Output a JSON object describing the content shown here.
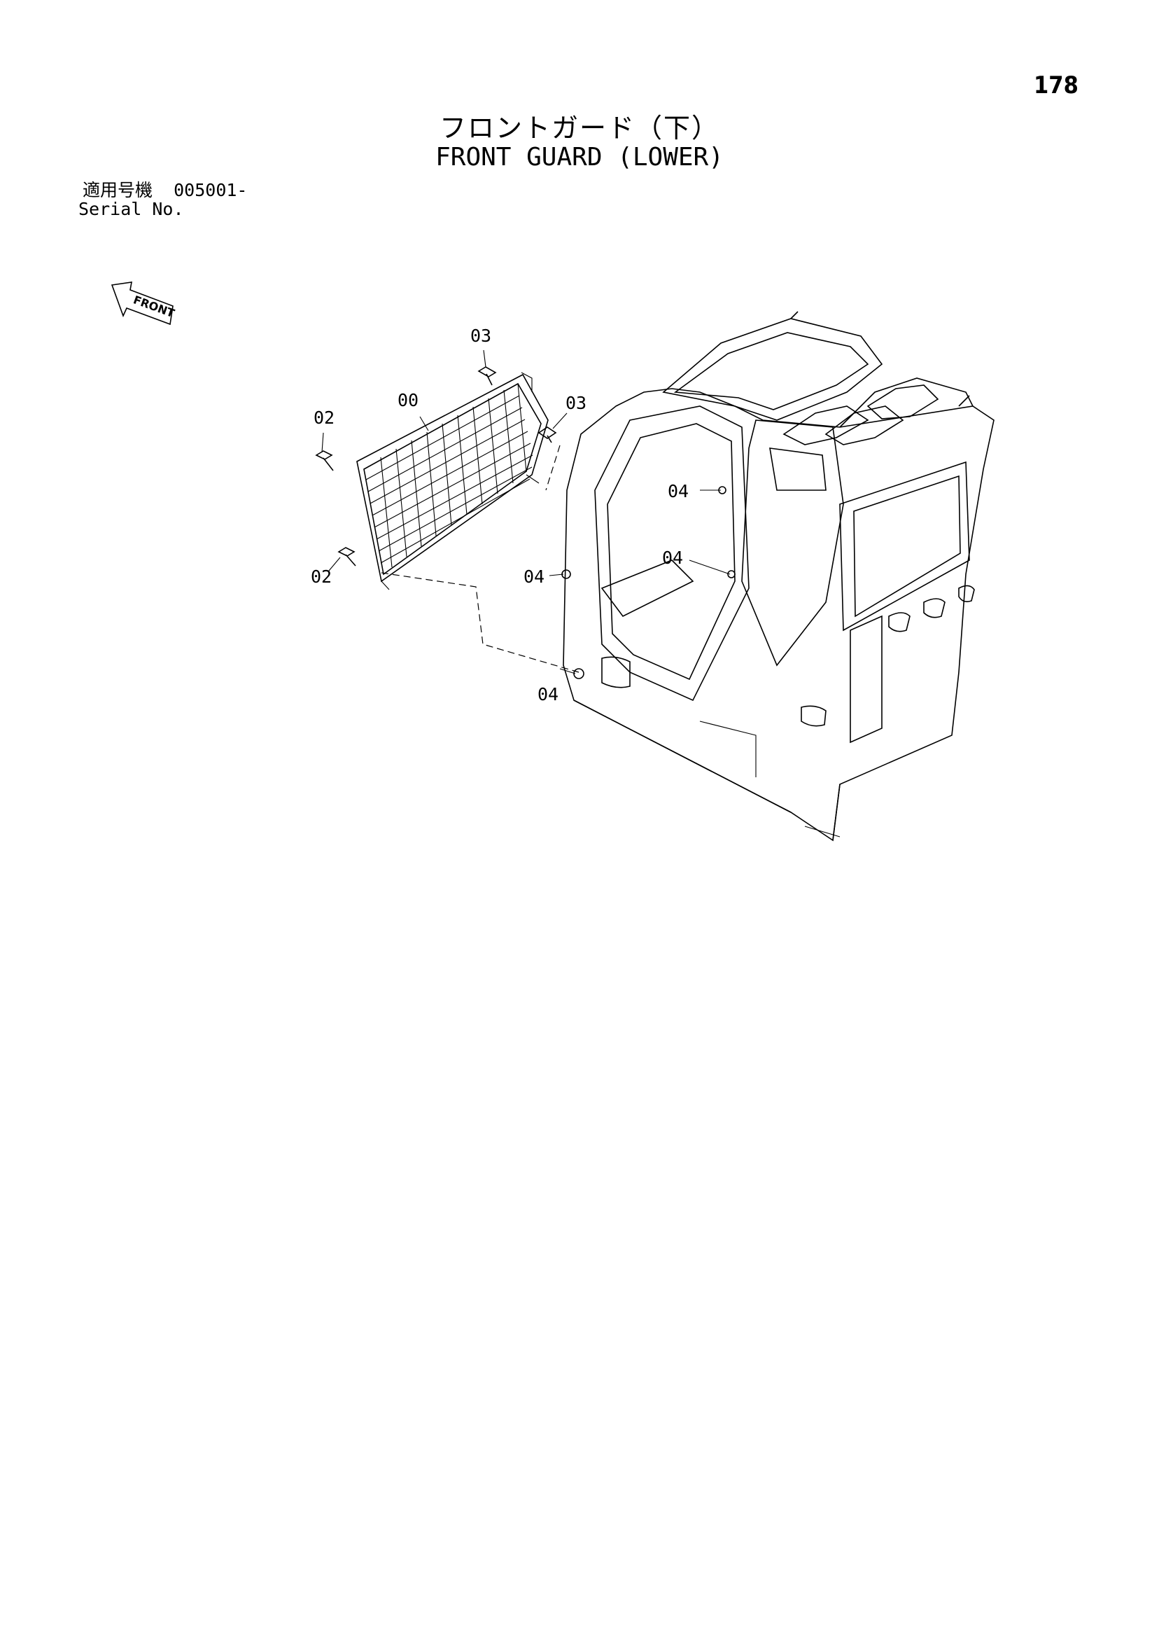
{
  "page": {
    "number": "178"
  },
  "title": {
    "japanese": "フロントガード（下）",
    "english": "FRONT GUARD (LOWER)"
  },
  "serial": {
    "label_jp": "適用号機",
    "value": "005001-",
    "label_en": "Serial No."
  },
  "front_indicator": {
    "label": "FRONT",
    "icon": "arrow-left-icon"
  },
  "callouts": {
    "c00": "00",
    "c02a": "02",
    "c02b": "02",
    "c03a": "03",
    "c03b": "03",
    "c04a": "04",
    "c04b": "04",
    "c04c": "04",
    "c04d": "04"
  }
}
